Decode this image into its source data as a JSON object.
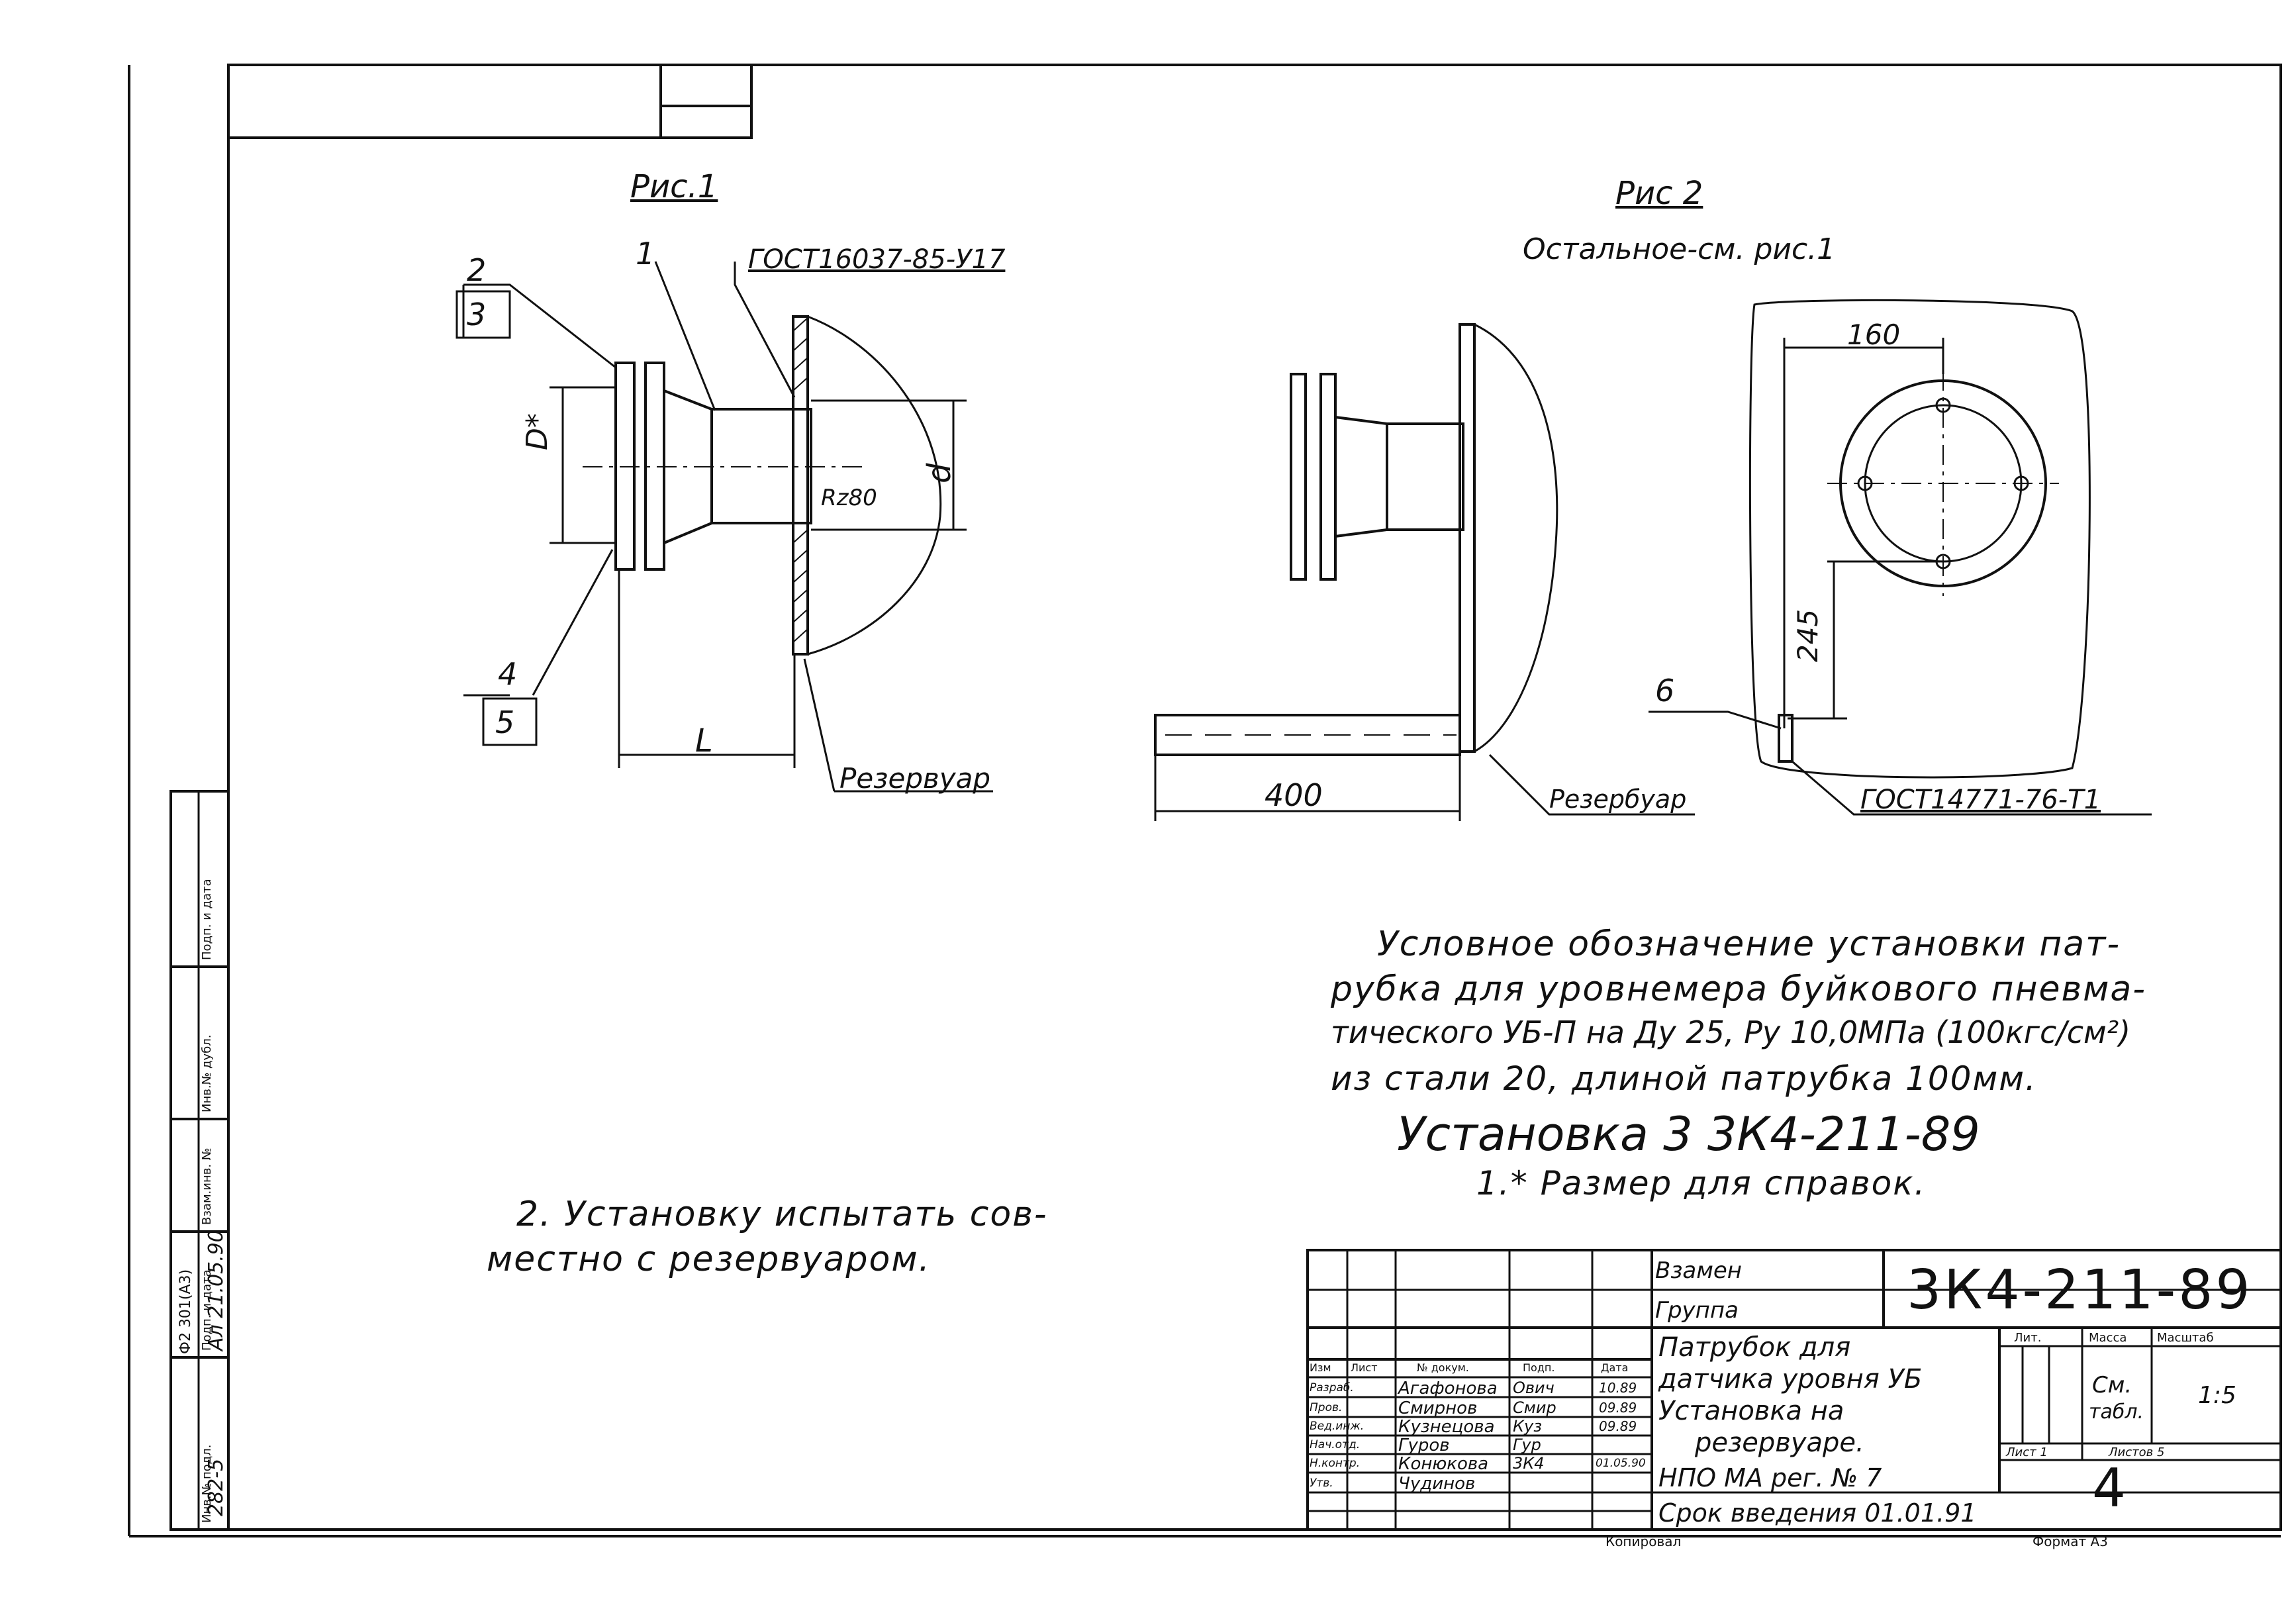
{
  "fig1": {
    "title": "Рис.1",
    "gost_weld": "ГОСТ16037-85-У17",
    "callout_1": "1",
    "callout_2": "2",
    "callout_3": "3",
    "callout_4": "4",
    "callout_5": "5",
    "dim_D": "D*",
    "dim_d": "d",
    "dim_L": "L",
    "roughness": "Rz80",
    "tank_label": "Резервуар"
  },
  "fig2": {
    "title": "Рис 2",
    "subtitle": "Остальное-см. рис.1",
    "dim_160": "160",
    "dim_245": "245",
    "dim_400": "400",
    "callout_6": "6",
    "gost_weld": "ГОСТ14771-76-Т1",
    "tank_label": "Резербуар"
  },
  "notes": {
    "designation_line1": "Условное   обозначение установки пат-",
    "designation_line2": "рубка для уровнемера буйкового пневма-",
    "designation_line3": "тического УБ-П на Ду 25, Ру 10,0МПа (100кгс/см²)",
    "designation_line4": "из стали 20, длиной патрубка 100мм.",
    "installation": "Установка 3    3К4-211-89",
    "note1": "1.* Размер для справок.",
    "note2_line1": "2. Установку испытать сов-",
    "note2_line2": "местно с резервуаром."
  },
  "title_block": {
    "code": "3К4-211-89",
    "vzamen": "Взамен",
    "gruppa": "Группа",
    "name_line1": "Патрубок для",
    "name_line2": "датчика уровня УБ",
    "name_line3": "Установка на",
    "name_line4": "резервуаре.",
    "org": "НПО МА рег. № 7",
    "srok": "Срок введения 01.01.91",
    "sheet_no": "4",
    "hdr_izm": "Изм",
    "hdr_list": "Лист",
    "hdr_doc": "№ докум.",
    "hdr_podp": "Подп.",
    "hdr_data": "Дата",
    "hdr_lit": "Лит.",
    "hdr_massa": "Масса",
    "hdr_masshtab": "Масштаб",
    "massa_val_line1": "См.",
    "massa_val_line2": "табл.",
    "scale_val": "1:5",
    "list_label": "Лист 1",
    "listov_label": "Листов 5",
    "rows": [
      {
        "role": "Разраб.",
        "name": "Агафонова",
        "sign": "Ович",
        "date": "10.89"
      },
      {
        "role": "Пров.",
        "name": "Смирнов",
        "sign": "Смир",
        "date": "09.89"
      },
      {
        "role": "Вед.инж.",
        "name": "Кузнецова",
        "sign": "Куз",
        "date": "09.89"
      },
      {
        "role": "Нач.отд.",
        "name": "Гуров",
        "sign": "Гур",
        "date": ""
      },
      {
        "role": "Н.контр.",
        "name": "Конюкова",
        "sign": "3К4",
        "date": "01.05.90"
      },
      {
        "role": "Утв.",
        "name": "Чудинов",
        "sign": "",
        "date": ""
      }
    ],
    "kopiroval": "Копировал",
    "format": "Формат А3"
  },
  "side_stamp": {
    "form": "Ф2 301(А3)",
    "inv_podl": "Инв.№ подл.",
    "podp_data": "Подп. и дата",
    "vzam_inv": "Взам.инв. №",
    "inv_dubl": "Инв.№ дубл.",
    "podp_data2": "Подп. и дата",
    "inv_value": "282-5",
    "date_value": "Ал 21.05.90"
  }
}
